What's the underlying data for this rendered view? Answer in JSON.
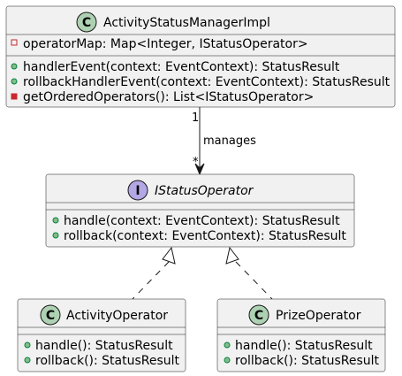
{
  "classes": {
    "manager": {
      "stereotype_glyph": "C",
      "name": "ActivityStatusManagerImpl",
      "fields": [
        {
          "visibility": "private",
          "text": "operatorMap: Map<Integer, IStatusOperator>"
        }
      ],
      "methods": [
        {
          "visibility": "public",
          "text": "handlerEvent(context: EventContext): StatusResult"
        },
        {
          "visibility": "public",
          "text": "rollbackHandlerEvent(context: EventContext): StatusResult"
        },
        {
          "visibility": "private",
          "text": "getOrderedOperators(): List<IStatusOperator>"
        }
      ]
    },
    "interface": {
      "stereotype_glyph": "I",
      "name": "IStatusOperator",
      "methods": [
        {
          "visibility": "public",
          "text": "handle(context: EventContext): StatusResult"
        },
        {
          "visibility": "public",
          "text": "rollback(context: EventContext): StatusResult"
        }
      ]
    },
    "activity_operator": {
      "stereotype_glyph": "C",
      "name": "ActivityOperator",
      "methods": [
        {
          "visibility": "public",
          "text": "handle(): StatusResult"
        },
        {
          "visibility": "public",
          "text": "rollback(): StatusResult"
        }
      ]
    },
    "prize_operator": {
      "stereotype_glyph": "C",
      "name": "PrizeOperator",
      "methods": [
        {
          "visibility": "public",
          "text": "handle(): StatusResult"
        },
        {
          "visibility": "public",
          "text": "rollback(): StatusResult"
        }
      ]
    }
  },
  "relations": {
    "manages": {
      "label": "manages",
      "source_multiplicity": "1",
      "target_multiplicity": "*"
    }
  }
}
